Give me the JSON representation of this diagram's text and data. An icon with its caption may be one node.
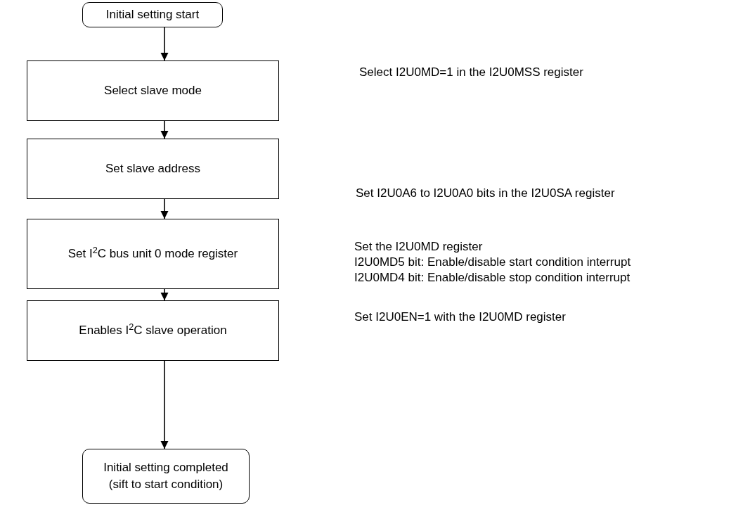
{
  "diagram": {
    "nodes": [
      {
        "text": [
          "Initial setting start"
        ]
      },
      {
        "text": [
          "Select slave mode"
        ]
      },
      {
        "text": [
          "Set slave address"
        ]
      },
      {
        "text": [
          "Set I$^{2}$C bus unit 0 mode register"
        ]
      },
      {
        "text": [
          "Enables I$^{2}$C slave operation"
        ]
      },
      {
        "text": [
          "Initial setting completed",
          "(sift to start condition)"
        ]
      }
    ],
    "edges": [
      {
        "from": 0,
        "to": 1,
        "arrow": "to"
      },
      {
        "from": 1,
        "to": 2,
        "arrow": "to"
      },
      {
        "from": 2,
        "to": 3,
        "arrow": "to"
      },
      {
        "from": 3,
        "to": 4,
        "arrow": "to"
      },
      {
        "from": 4,
        "to": 5,
        "arrow": "to"
      }
    ],
    "labels": [
      "Select I2U0MD=1 in the I2U0MSS register",
      "Set I2U0A6 to I2U0A0 bits in the I2U0SA register",
      "Set the I2U0MD register",
      "I2U0MD5 bit: Enable/disable start condition interrupt",
      "I2U0MD4 bit: Enable/disable stop condition interrupt",
      "Set I2U0EN=1 with the I2U0MD register"
    ]
  }
}
